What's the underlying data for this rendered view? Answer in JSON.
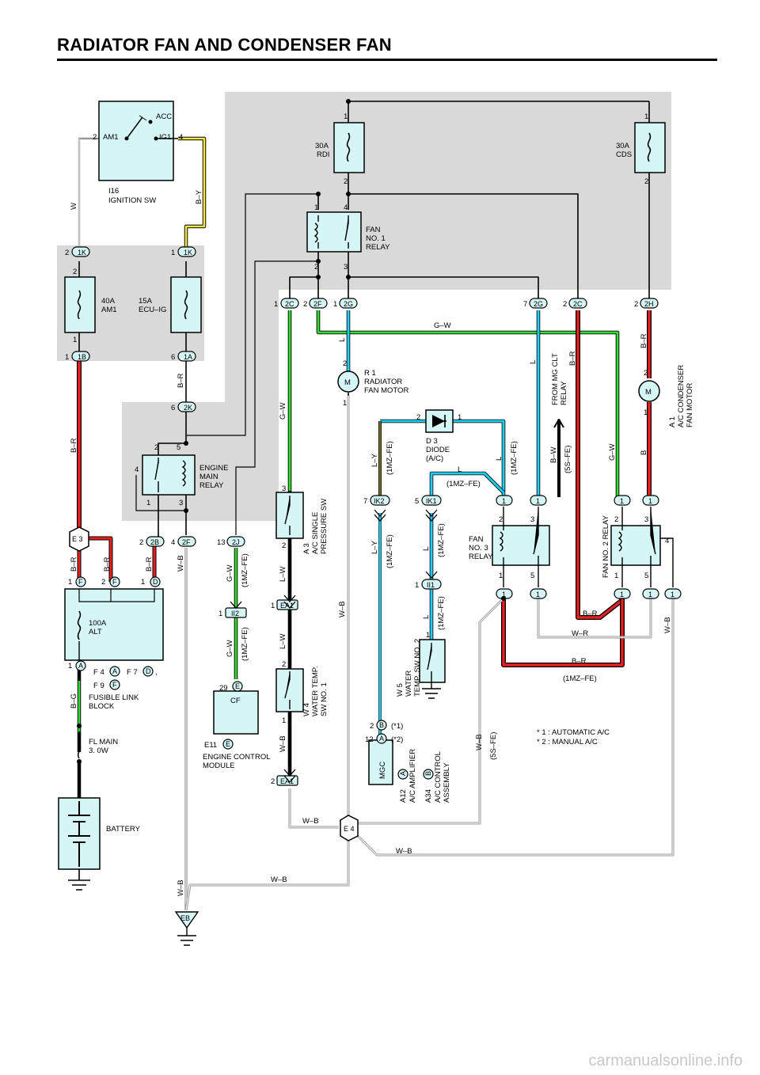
{
  "title": "RADIATOR FAN AND CONDENSER FAN",
  "watermark": "carmanualsonline.info",
  "components": {
    "ign_sw": {
      "id": "I16",
      "name": "IGNITION SW",
      "acc": "ACC",
      "am1": "AM1",
      "ig1": "IG1",
      "pin_am1": "2",
      "pin_ig1": "4"
    },
    "fuse_rdi": {
      "rating": "30A",
      "name": "RDI",
      "pin_top": "1",
      "pin_bot": "2"
    },
    "fuse_cds": {
      "rating": "30A",
      "name": "CDS",
      "pin_top": "1",
      "pin_bot": "2"
    },
    "fan1_relay": {
      "l1": "FAN",
      "l2": "NO. 1",
      "l3": "RELAY",
      "p1": "1",
      "p4": "4",
      "p2": "2",
      "p3": "3"
    },
    "fuse_am1": {
      "rating": "40A",
      "name": "AM1",
      "p_top": "2",
      "p_bot": "1"
    },
    "fuse_ecu": {
      "rating": "15A",
      "name": "ECU–IG"
    },
    "emr": {
      "l1": "ENGINE",
      "l2": "MAIN",
      "l3": "RELAY",
      "p2": "2",
      "p5": "5",
      "p4": "4",
      "p1": "1",
      "p3": "3"
    },
    "alt_fuse": {
      "rating": "100A",
      "name": "ALT"
    },
    "fl_main": {
      "l1": "FL MAIN",
      "l2": "3. 0W"
    },
    "fusible_block": {
      "l1": "FUSIBLE LINK",
      "l2": "BLOCK",
      "f4": "F 4",
      "f7": "F 7",
      "f9": "F 9",
      "comma": ","
    },
    "battery": "BATTERY",
    "ecm": {
      "pin": "29",
      "letter": "E",
      "box": "CF",
      "id": "E11",
      "l1": "ENGINE CONTROL",
      "l2": "MODULE"
    },
    "a3": {
      "id": "A 3",
      "l1": "A/C SINGLE",
      "l2": "PRESSURE SW",
      "p3": "3",
      "p2": "2"
    },
    "w4": {
      "id": "W 4",
      "l1": "WATER TEMP.",
      "l2": "SW NO. 1",
      "p2": "2",
      "p1": "1"
    },
    "r1": {
      "id": "R 1",
      "l1": "RADIATOR",
      "l2": "FAN MOTOR",
      "p2": "2",
      "p1": "1",
      "m": "M"
    },
    "d3": {
      "id": "D 3",
      "l1": "DIODE",
      "l2": "(A/C)",
      "p2": "2",
      "p1": "1"
    },
    "w5": {
      "id": "W 5",
      "l1": "WATER",
      "l2": "TEMP. SW NO. 2",
      "p1": "1"
    },
    "mgc": {
      "box": "MGC",
      "p2": "2",
      "p12": "12",
      "cB": "B",
      "cA": "A",
      "n1": "(*1)",
      "n2": "(*2)"
    },
    "a12": {
      "id": "A12",
      "c": "A",
      "name": "A/C AMPLIFIER"
    },
    "a34": {
      "id": "A34",
      "c": "B",
      "l1": "A/C CONTROL",
      "l2": "ASSEMBLY"
    },
    "fan3": {
      "l1": "FAN",
      "l2": "NO. 3",
      "l3": "RELAY",
      "p2": "2",
      "p3": "3",
      "p1": "1",
      "p5": "5"
    },
    "fan2": {
      "name": "FAN NO. 2 RELAY",
      "p2": "2",
      "p3": "3",
      "p1": "1",
      "p5": "5",
      "p4": "4"
    },
    "a1": {
      "id": "A 1",
      "l1": "A/C CONDENSER",
      "l2": "FAN MOTOR",
      "p2": "2",
      "p1": "1",
      "m": "M"
    },
    "from_mg": {
      "l1": "FROM MG CLT",
      "l2": "RELAY"
    },
    "notes": {
      "n1": "*  1 : AUTOMATIC A/C",
      "n2": "*  2 : MANUAL A/C"
    }
  },
  "connectors": {
    "c1K_l": "1K",
    "c1K_r": "1K",
    "c1B": "1B",
    "c1A": "1A",
    "c2K": "2K",
    "c2B": "2B",
    "c2F_b": "2F",
    "c2J": "2J",
    "cII2": "II2",
    "cEA1a": "EA1",
    "cEA1b": "EA1",
    "c2C_a": "2C",
    "c2F_a": "2F",
    "c2G_a": "2G",
    "c2G_b": "2G",
    "c2C_b": "2C",
    "c2H": "2H",
    "cIK2": "IK2",
    "cIK1": "IK1",
    "cII1": "II1",
    "cF_1": "F",
    "cF_2": "F",
    "cD": "D",
    "cA": "A",
    "cE3": "E 3",
    "cE4": "E 4",
    "cEB": "EB",
    "cE": "E",
    "one": "1",
    "two": "2",
    "four": "4",
    "six": "6",
    "seven": "7",
    "five": "5",
    "thirteen": "13"
  },
  "wires": {
    "W": "W",
    "BY": "B–Y",
    "BR": "B–R",
    "GW": "G–W",
    "L": "L",
    "LY": "L–Y",
    "LW": "L–W",
    "WB": "W–B",
    "WR": "W–R",
    "BG": "B–G",
    "BW": "B–W",
    "B": "B",
    "v1mz": "(1MZ–FE)",
    "v5s": "(5S–FE)"
  },
  "colors": {
    "green": "#33dd33",
    "cyan": "#22ccee",
    "red": "#e82020",
    "yellow": "#f2e640",
    "panel_gray": "#d9d9d9",
    "box_fill": "#d6f6f6"
  }
}
